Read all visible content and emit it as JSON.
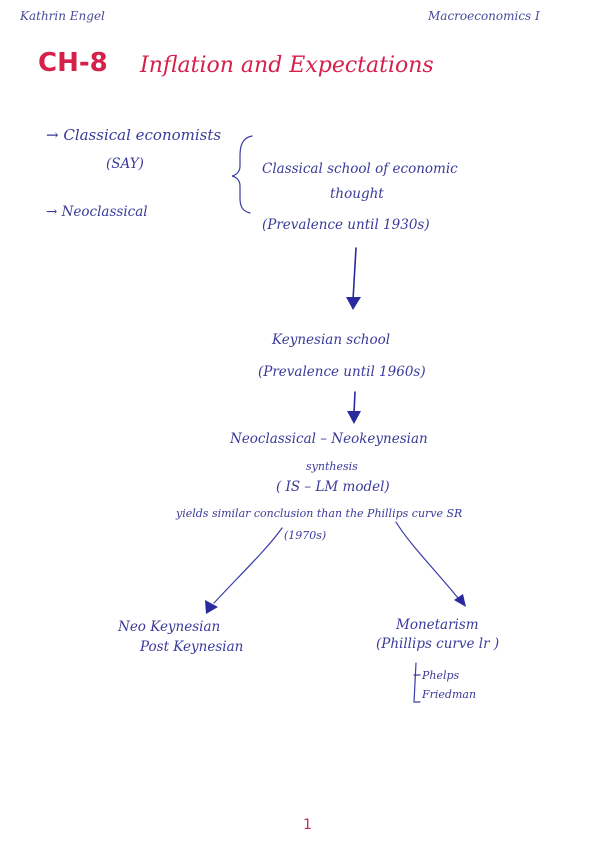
{
  "header": {
    "author": "Kathrin Engel",
    "course": "Macroeconomics I"
  },
  "title": {
    "chapter": "CH-8",
    "name": "Inflation and Expectations"
  },
  "notes": {
    "classical": "→ Classical economists",
    "say": "(SAY)",
    "neoclassical": "→ Neoclassical",
    "school_line1": "Classical school of economic",
    "school_line2": "thought",
    "prevalence_1930": "(Prevalence until 1930s)",
    "keynesian": "Keynesian school",
    "prevalence_1960": "(Prevalence until 1960s)",
    "synthesis_line1": "Neoclassical – Neokeynesian",
    "synthesis_line2": "synthesis",
    "islm": "( IS – LM model)",
    "yields": "yields similar conclusion than the Phillips curve SR",
    "decade_1970": "(1970s)",
    "neo_keynesian": "Neo Keynesian",
    "post_keynesian": "Post Keynesian",
    "monetarism": "Monetarism",
    "phillips_lr": "(Phillips curve lr )",
    "phelps": "Phelps",
    "friedman": "Friedman"
  },
  "page_number": "1",
  "colors": {
    "title": "#d61f4a",
    "ink": "#3a3a9a",
    "page_number": "#c62a5a"
  }
}
